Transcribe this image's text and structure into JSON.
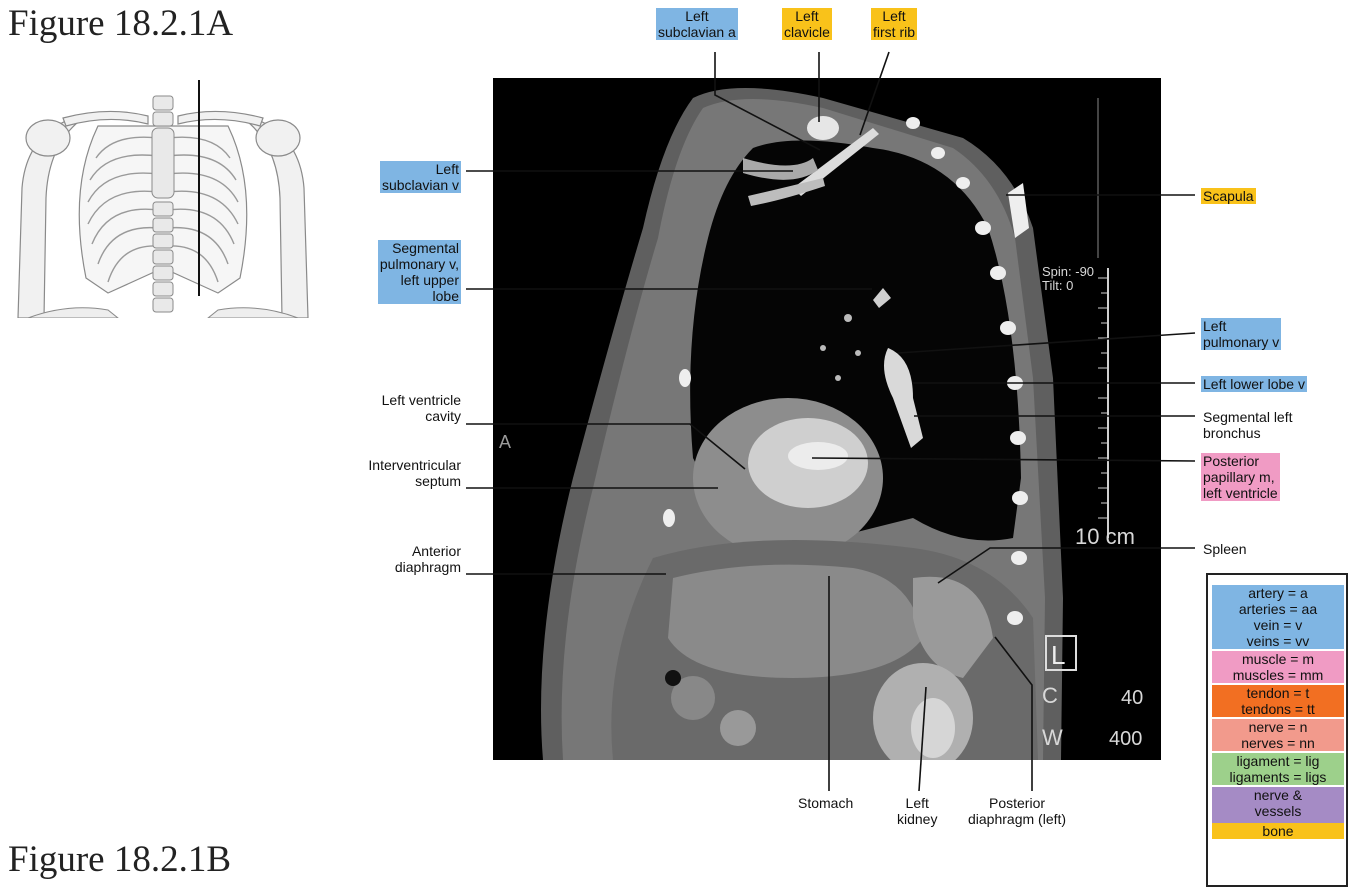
{
  "figure_a_title": "Figure 18.2.1A",
  "figure_b_title": "Figure 18.2.1B",
  "ct_overlay_text": {
    "spin": "Spin: -90",
    "tilt": "Tilt:  0",
    "orientation_a": "A",
    "scale_bar": "10 cm",
    "orientation_l": "L",
    "window_c_label": "C",
    "window_c_value": "40",
    "window_w_label": "W",
    "window_w_value": "400"
  },
  "labels": {
    "left_subclavian_a": "Left\nsubclavian a",
    "left_clavicle": "Left\nclavicle",
    "left_first_rib": "Left\nfirst rib",
    "left_subclavian_v": "Left\nsubclavian v",
    "scapula": "Scapula",
    "segmental_pulmonary_v": "Segmental\npulmonary v,\nleft upper\nlobe",
    "left_pulmonary_v": "Left\npulmonary v",
    "left_lower_lobe_v": "Left lower lobe v",
    "left_ventricle_cavity": "Left ventricle\ncavity",
    "segmental_left_bronchus": "Segmental left\nbronchus",
    "interventricular_septum": "Interventricular\nseptum",
    "posterior_papillary_m": "Posterior\npapillary m,\nleft ventricle",
    "anterior_diaphragm": "Anterior\ndiaphragm",
    "spleen": "Spleen",
    "stomach": "Stomach",
    "left_kidney": "Left\nkidney",
    "posterior_diaphragm": "Posterior\ndiaphragm (left)"
  },
  "legend": [
    {
      "text": "artery = a",
      "color": "#7fb5e3"
    },
    {
      "text": "arteries = aa",
      "color": "#7fb5e3"
    },
    {
      "text": "vein = v",
      "color": "#7fb5e3"
    },
    {
      "text": "veins = vv",
      "color": "#7fb5e3"
    },
    {
      "text": "muscle = m",
      "color": "#f09bc4"
    },
    {
      "text": "muscles = mm",
      "color": "#f09bc4"
    },
    {
      "text": "tendon = t",
      "color": "#f26f22"
    },
    {
      "text": "tendons = tt",
      "color": "#f26f22"
    },
    {
      "text": "nerve = n",
      "color": "#f29a8c"
    },
    {
      "text": "nerves = nn",
      "color": "#f29a8c"
    },
    {
      "text": "ligament = lig",
      "color": "#9dd08b"
    },
    {
      "text": "ligaments = ligs",
      "color": "#9dd08b"
    },
    {
      "text": "nerve &\nvessels",
      "color": "#a58bc5"
    },
    {
      "text": "bone",
      "color": "#f9c21a"
    }
  ]
}
